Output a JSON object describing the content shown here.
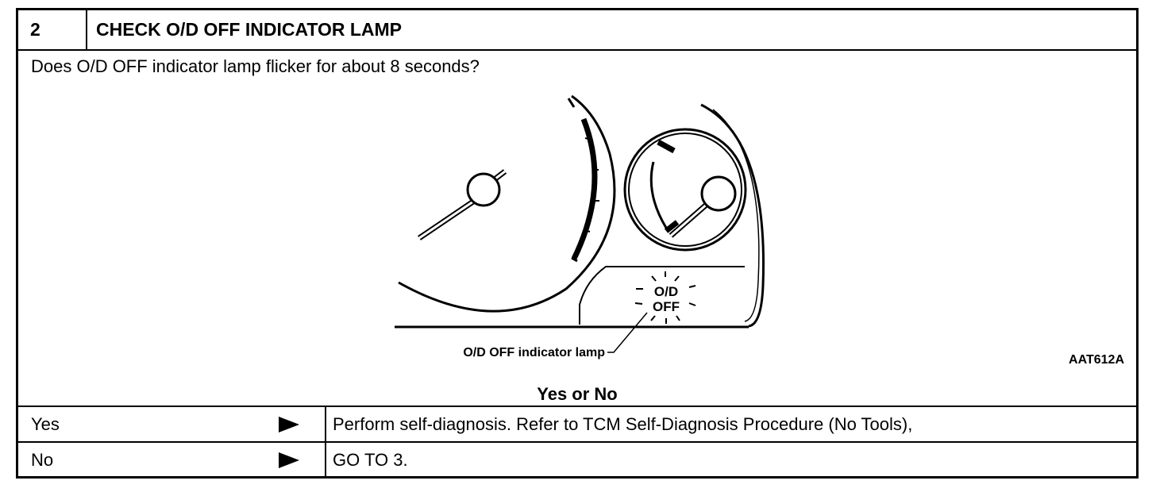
{
  "step": {
    "number": "2",
    "title": "CHECK O/D OFF INDICATOR LAMP"
  },
  "question": "Does O/D OFF indicator lamp flicker for about 8 seconds?",
  "illustration": {
    "lamp_text_line1": "O/D",
    "lamp_text_line2": "OFF",
    "callout_label": "O/D OFF indicator lamp",
    "figure_id": "AAT612A"
  },
  "decision_label": "Yes or No",
  "answers": [
    {
      "label": "Yes",
      "action": "Perform self-diagnosis. Refer to TCM Self-Diagnosis Procedure (No Tools),"
    },
    {
      "label": "No",
      "action": "GO TO 3."
    }
  ]
}
